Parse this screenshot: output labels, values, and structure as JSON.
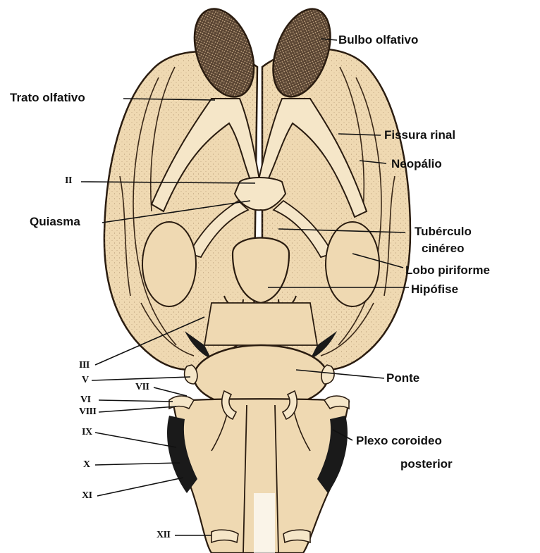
{
  "colors": {
    "tissue": "#efd9b2",
    "tissue_light": "#f5e6c8",
    "outline": "#2a1c10",
    "bulb": "#6b5440",
    "shadow": "#1a1a1a",
    "background": "#ffffff",
    "line": "#111111"
  },
  "labels": {
    "bulbo_olfativo": "Bulbo olfativo",
    "trato_olfativo": "Trato olfativo",
    "fissura_rinal": "Fissura rinal",
    "neopalio": "Neopálio",
    "nervo_ii": "II",
    "quiasma": "Quiasma",
    "tuberculo": "Tubérculo",
    "cinereo": "cinéreo",
    "lobo_piriforme": "Lobo piriforme",
    "hipofise": "Hipófise",
    "nervo_iii": "III",
    "nervo_v": "V",
    "nervo_vii": "VII",
    "nervo_vi": "VI",
    "nervo_viii": "VIII",
    "ponte": "Ponte",
    "nervo_ix": "IX",
    "nervo_x": "X",
    "nervo_xi": "XI",
    "plexo_coroideo": "Plexo coroideo",
    "posterior": "posterior",
    "nervo_xii": "XII"
  }
}
